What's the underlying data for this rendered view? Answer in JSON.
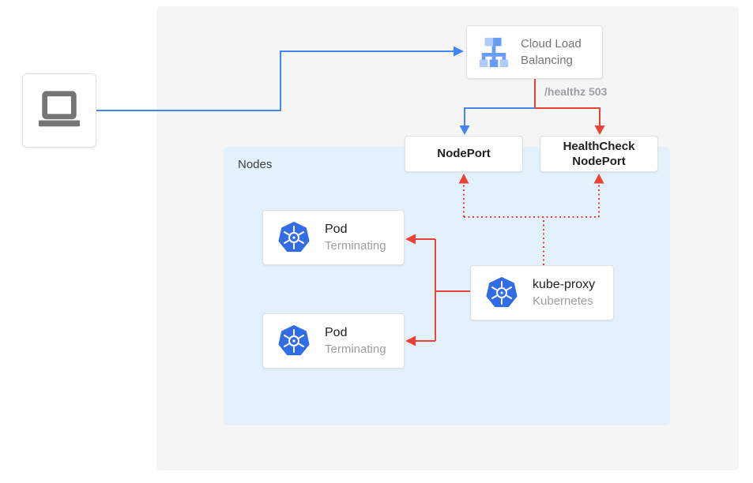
{
  "colors": {
    "blue": "#4285f4",
    "red": "#ea4335",
    "panel-gray": "#f5f5f5",
    "nodes-bg": "#e3f1fc",
    "box-border": "#e0e0e0",
    "text-dark": "#212121",
    "text-gray": "#757575",
    "text-light-gray": "#9e9e9e",
    "healthz-gray": "#9aa0a6",
    "k8s-blue": "#326ce5",
    "icon-blue-light": "#aecbfa",
    "icon-blue-mid": "#669df6",
    "icon-gray": "#757575"
  },
  "client": {
    "icon": "laptop-icon"
  },
  "load_balancer": {
    "label": "Cloud Load Balancing",
    "icon": "load-balancer-icon"
  },
  "healthz_badge": "/healthz 503",
  "nodeport": {
    "label": "NodePort"
  },
  "healthcheck_nodeport": {
    "label": "HealthCheck NodePort"
  },
  "nodes_group": {
    "label": "Nodes"
  },
  "pods": [
    {
      "title": "Pod",
      "status": "Terminating",
      "icon": "kubernetes-icon"
    },
    {
      "title": "Pod",
      "status": "Terminating",
      "icon": "kubernetes-icon"
    }
  ],
  "kube_proxy": {
    "title": "kube-proxy",
    "subtitle": "Kubernetes",
    "icon": "kubernetes-icon"
  }
}
